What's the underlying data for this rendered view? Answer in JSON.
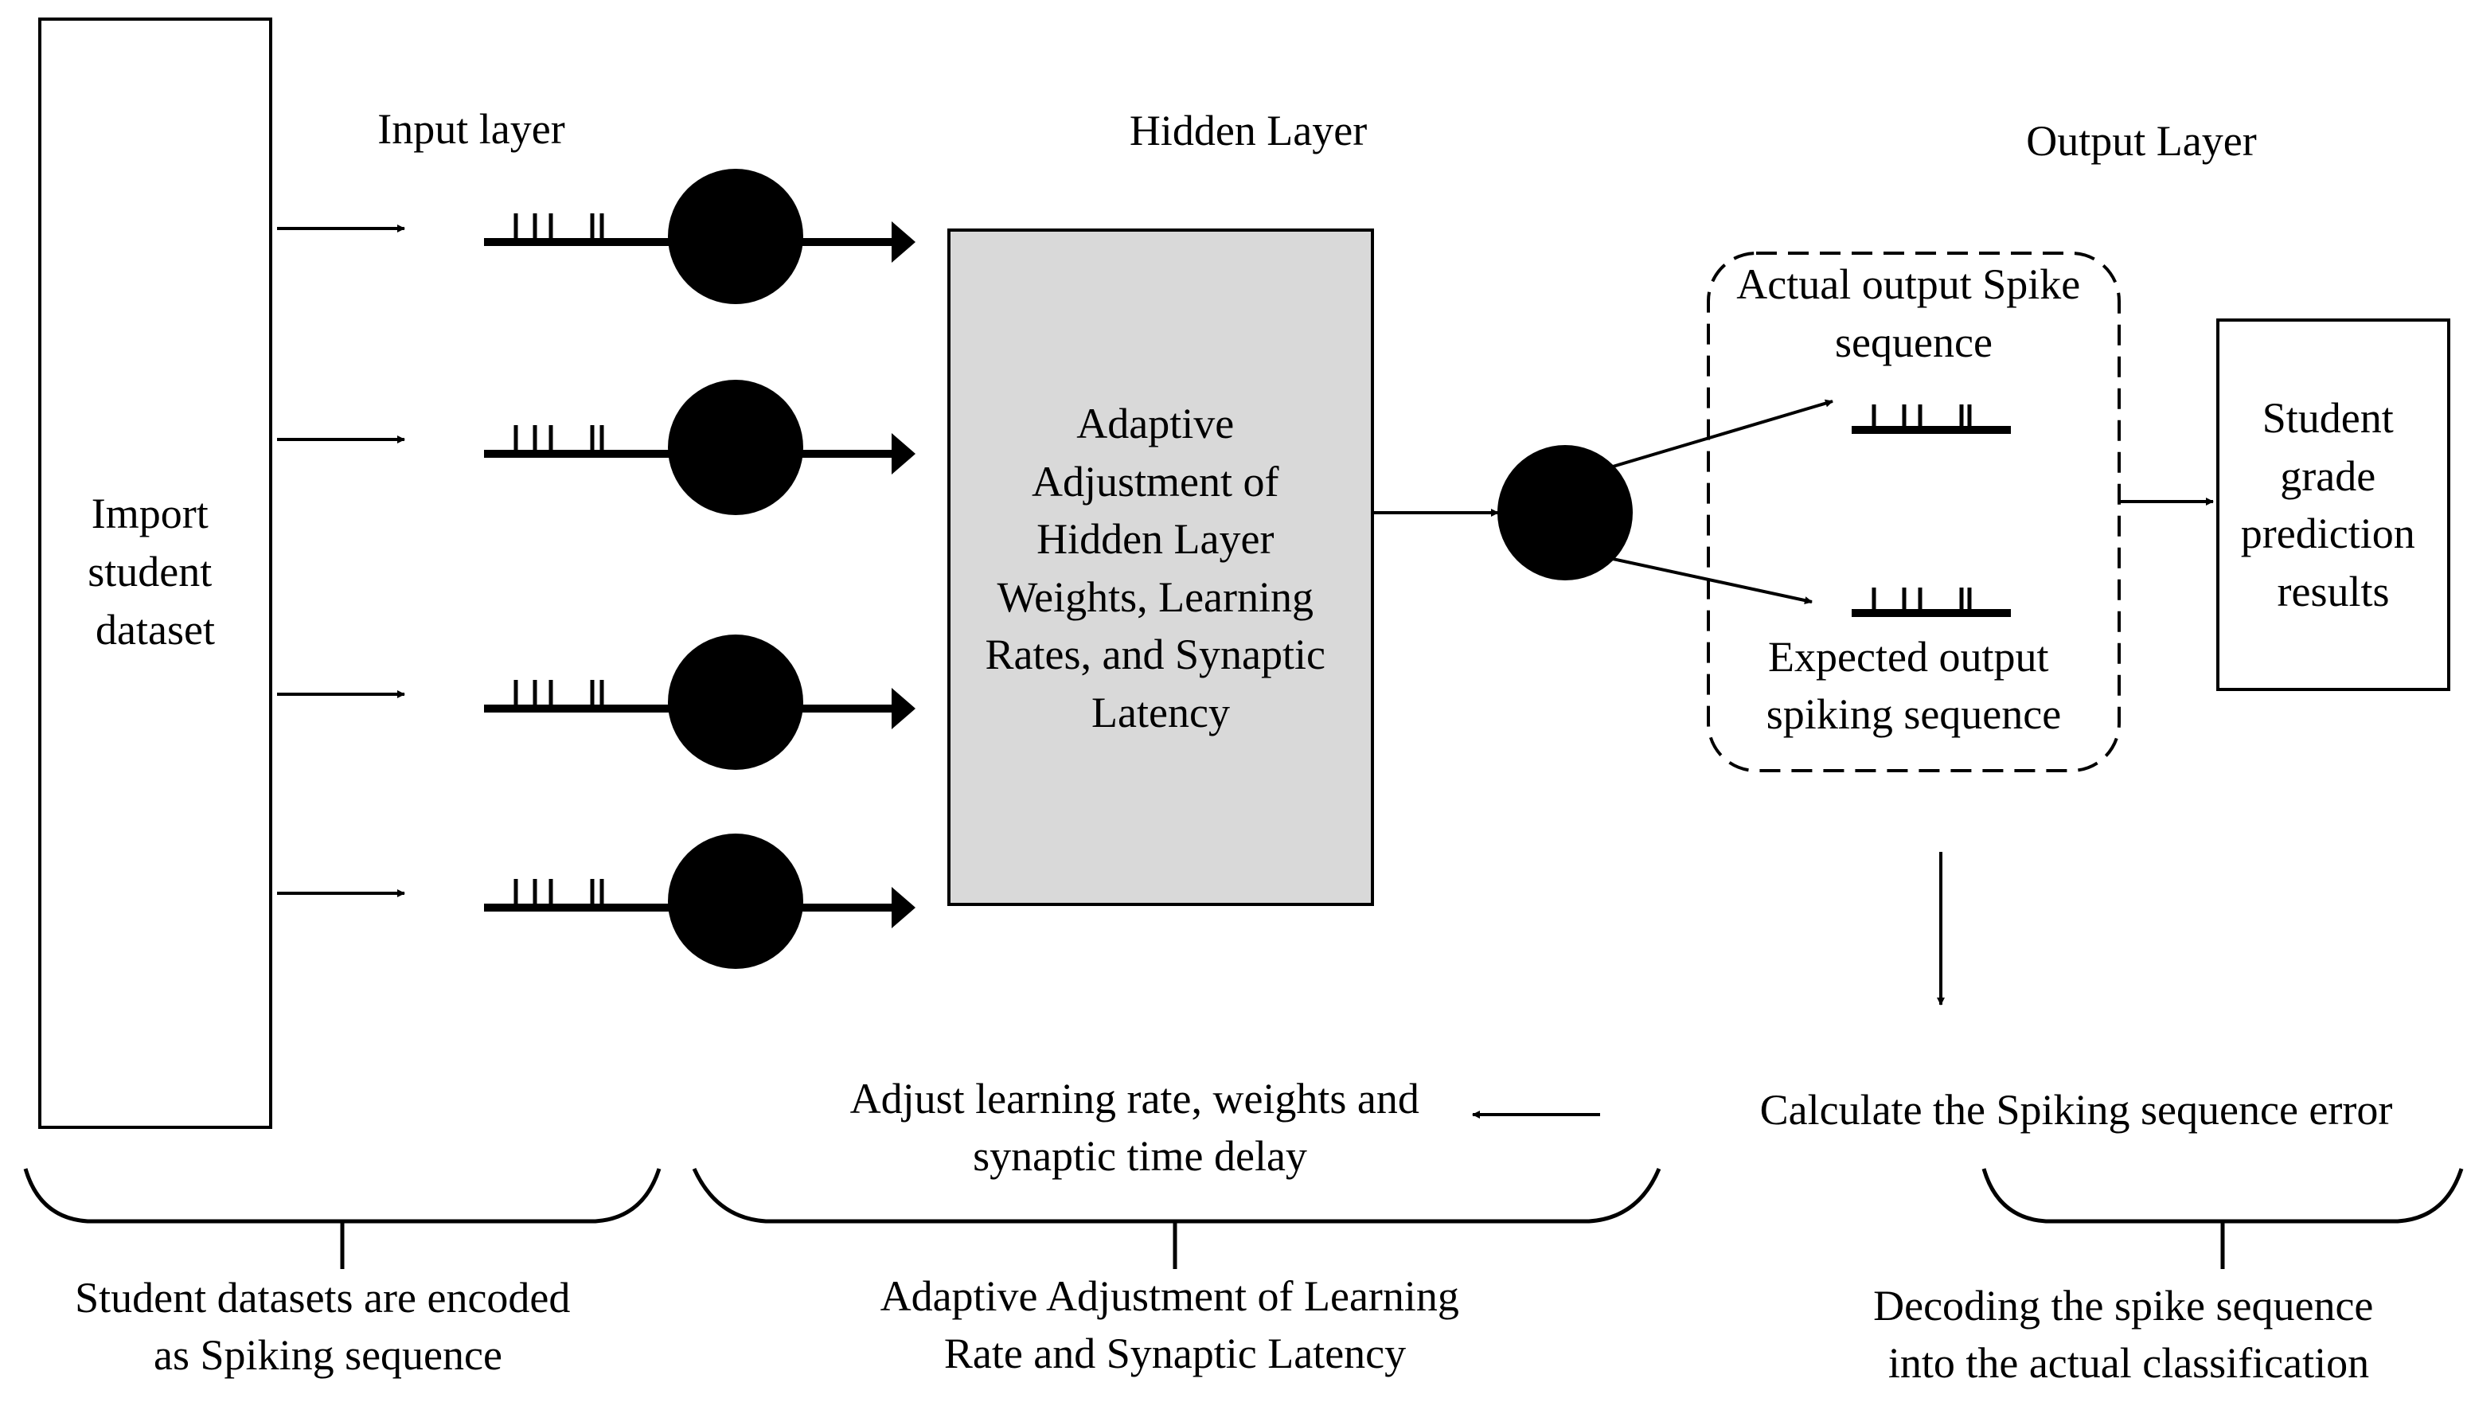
{
  "labels": {
    "input_layer": "Input layer",
    "hidden_layer": "Hidden Layer",
    "output_layer": "Output Layer"
  },
  "dataset_box": {
    "lines": [
      "Import",
      "student",
      "dataset"
    ]
  },
  "hidden_box": {
    "lines": [
      "Adaptive",
      "Adjustment of",
      "Hidden Layer",
      "Weights, Learning",
      "Rates, and Synaptic",
      "Latency"
    ]
  },
  "output_group": {
    "actual_lines": [
      "Actual output Spike",
      "sequence"
    ],
    "expected_lines": [
      "Expected output",
      "spiking sequence"
    ]
  },
  "result_box": {
    "lines": [
      "Student",
      "grade",
      "prediction",
      "results"
    ]
  },
  "steps": {
    "adjust_lines": [
      "Adjust learning rate, weights and",
      "synaptic time delay"
    ],
    "error": "Calculate the Spiking sequence error"
  },
  "captions": {
    "encode_lines": [
      "Student datasets are encoded",
      "as Spiking sequence"
    ],
    "adapt_lines": [
      "Adaptive Adjustment of Learning",
      "Rate and Synaptic Latency"
    ],
    "decode_lines": [
      "Decoding the spike sequence",
      "into the actual classification"
    ]
  },
  "colors": {
    "hidden_fill": "#d9d9d9",
    "ink": "#000000"
  }
}
